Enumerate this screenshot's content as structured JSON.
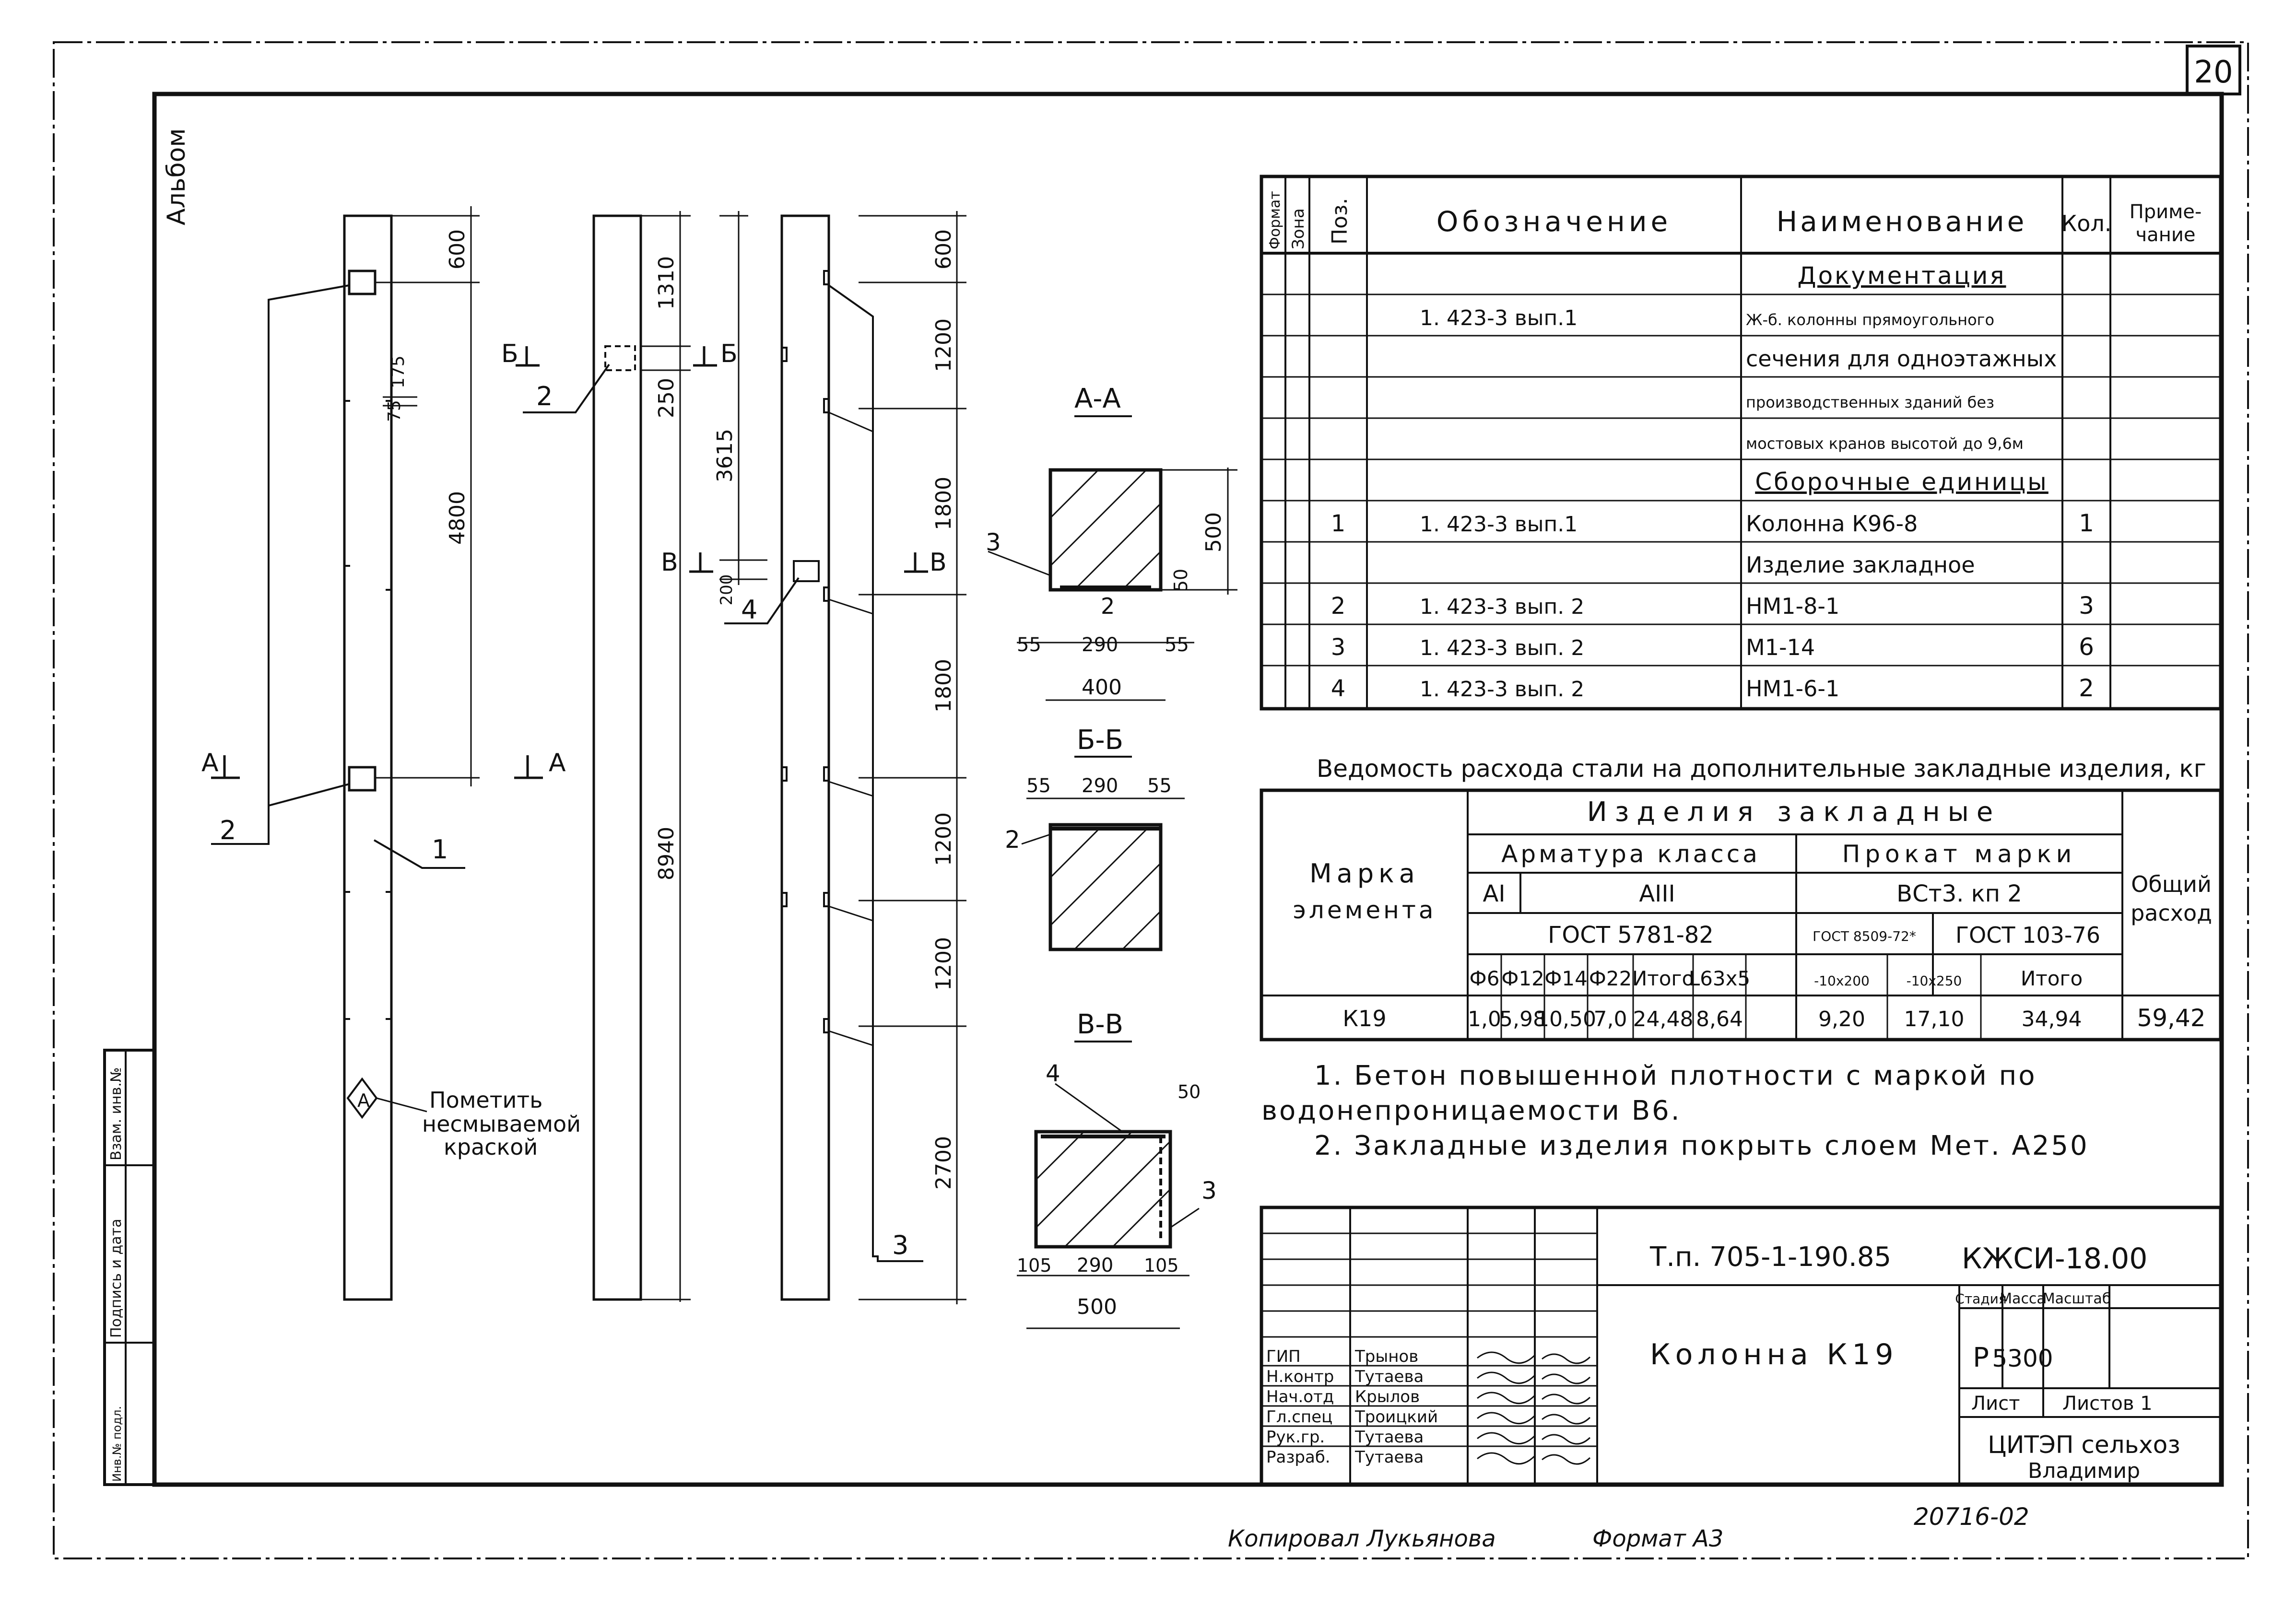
{
  "sheet_number": "20",
  "album_label": "Альбом",
  "left_stamp": [
    "Инв.№ подл.",
    "Подпись и дата",
    "Взам. инв.№"
  ],
  "elevation": {
    "col1": {
      "dims": [
        "600",
        "75",
        "175",
        "4800"
      ],
      "section_labels": [
        "А",
        "А"
      ],
      "pos_labels": [
        "2",
        "1"
      ],
      "note": [
        "Пометить",
        "несмываемой",
        "краской"
      ],
      "mark": "А"
    },
    "col2": {
      "dims": [
        "1310",
        "250",
        "3615",
        "200",
        "8940"
      ],
      "section_labels": [
        "Б",
        "Б",
        "В",
        "В"
      ],
      "pos_labels": [
        "2",
        "4"
      ]
    },
    "col3": {
      "dims": [
        "600",
        "1200",
        "1800",
        "1800",
        "1200",
        "1200",
        "2700"
      ],
      "section_labels": [
        "В"
      ],
      "pos_labels": [
        "3"
      ]
    }
  },
  "sections": {
    "aa": {
      "title": "А-А",
      "dims": [
        "500",
        "50",
        "55",
        "290",
        "55",
        "400"
      ],
      "labels": [
        "3",
        "2"
      ]
    },
    "bb": {
      "title": "Б-Б",
      "dims": [
        "55",
        "290",
        "55"
      ],
      "labels": [
        "2"
      ]
    },
    "vv": {
      "title": "В-В",
      "dims": [
        "50",
        "105",
        "290",
        "105",
        "500"
      ],
      "labels": [
        "4",
        "3"
      ]
    }
  },
  "spec": {
    "headers": [
      "Формат",
      "Зона",
      "Поз.",
      "Обозначение",
      "Наименование",
      "Кол.",
      "Приме-\nчание"
    ],
    "rows": [
      {
        "pos": "",
        "des": "",
        "name": "Документация",
        "qty": ""
      },
      {
        "pos": "",
        "des": "1. 423-3 вып.1",
        "name": "Ж-б. колонны прямоугольного",
        "qty": ""
      },
      {
        "pos": "",
        "des": "",
        "name": "сечения для одноэтажных",
        "qty": ""
      },
      {
        "pos": "",
        "des": "",
        "name": "производственных зданий без",
        "qty": ""
      },
      {
        "pos": "",
        "des": "",
        "name": "мостовых кранов высотой до 9,6м",
        "qty": ""
      },
      {
        "pos": "",
        "des": "",
        "name": "Сборочные единицы",
        "qty": ""
      },
      {
        "pos": "1",
        "des": "1. 423-3 вып.1",
        "name": "Колонна   К96-8",
        "qty": "1"
      },
      {
        "pos": "",
        "des": "",
        "name": "Изделие закладное",
        "qty": ""
      },
      {
        "pos": "2",
        "des": "1. 423-3 вып. 2",
        "name": "НМ1-8-1",
        "qty": "3"
      },
      {
        "pos": "3",
        "des": "1. 423-3 вып. 2",
        "name": "М1-14",
        "qty": "6"
      },
      {
        "pos": "4",
        "des": "1. 423-3 вып. 2",
        "name": "НМ1-6-1",
        "qty": "2"
      }
    ]
  },
  "steel": {
    "title": "Ведомость расхода стали на дополнительные закладные изделия, кг",
    "mark_header": "Марка элемента",
    "items_header": "Изделия закладные",
    "rebar_header": "Арматура класса",
    "rolled_header": "Прокат марки",
    "class_a1": "АI",
    "class_a3": "АIII",
    "steel_grade": "ВСт3. кп 2",
    "gost_rebar": "ГОСТ 5781-82",
    "gost_8509": "ГОСТ 8509-72*",
    "gost_103": "ГОСТ 103-76",
    "total_header": "Общий расход",
    "sub_headers": [
      "Ф6",
      "Ф12",
      "Ф14",
      "Ф22",
      "Итого",
      "L63x5",
      "",
      "-10x200",
      "-10x250",
      "Итого"
    ],
    "row": {
      "mark": "К19",
      "values": [
        "1,0",
        "5,98",
        "10,50",
        "7,0",
        "24,48",
        "8,64",
        "",
        "9,20",
        "17,10",
        "34,94"
      ],
      "total": "59,42"
    }
  },
  "notes": [
    "1. Бетон  повышенной  плотности  с  маркой  по",
    "водонепроницаемости  В6.",
    "2. Закладные  изделия  покрыть  слоем  Мет. А250"
  ],
  "title_block": {
    "project": "Т.п. 705-1-190.85",
    "code": "КЖСИ-18.00",
    "title": "Колонна  К19",
    "stage_header": "Стадия",
    "mass_header": "Масса",
    "scale_header": "Масштаб",
    "stage": "Р",
    "mass": "5300",
    "sheet_label": "Лист",
    "sheets_label": "Листов  1",
    "org": [
      "ЦИТЭП сельхоз",
      "Владимир"
    ],
    "signers": [
      {
        "role": "ГИП",
        "name": "Трынов"
      },
      {
        "role": "Н.контр",
        "name": "Тутаева"
      },
      {
        "role": "Нач.отд",
        "name": "Крылов"
      },
      {
        "role": "Гл.спец",
        "name": "Троицкий"
      },
      {
        "role": "Рук.гр.",
        "name": "Тутаева"
      },
      {
        "role": "Разраб.",
        "name": "Тутаева"
      }
    ]
  },
  "bottom": {
    "copied": "Копировал Лукьянова",
    "format": "Формат А3",
    "doc_number": "20716-02"
  }
}
